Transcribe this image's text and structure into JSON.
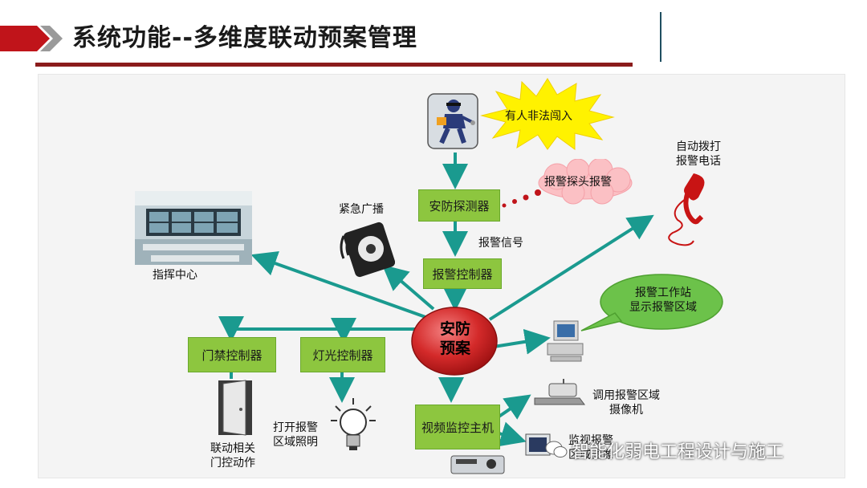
{
  "title": "系统功能--多维度联动预案管理",
  "diagram": {
    "center": {
      "line1": "安防",
      "line2": "预案"
    },
    "trigger_bubble": "有人非法闯入",
    "detector": "安防探测器",
    "detector_cloud": "报警探头报警",
    "signal_label": "报警信号",
    "alarm_controller": "报警控制器",
    "broadcast_label": "紧急广播",
    "command_center_label": "指挥中心",
    "auto_dial": {
      "line1": "自动拨打",
      "line2": "报警电话"
    },
    "workstation_bubble": {
      "line1": "报警工作站",
      "line2": "显示报警区域"
    },
    "door_controller": "门禁控制器",
    "light_controller": "灯光控制器",
    "door_action": {
      "line1": "联动相关",
      "line2": "门控动作"
    },
    "light_action": {
      "line1": "打开报警",
      "line2": "区域照明"
    },
    "video_host": "视频监控主机",
    "camera_label": {
      "line1": "调用报警区域",
      "line2": "摄像机"
    },
    "monitor_label": {
      "line1": "监视报警",
      "line2": "区域图像"
    }
  },
  "watermark": "智能化弱电工程设计与施工",
  "colors": {
    "arrow": "#1a9a8f",
    "green_box": "#8dc63f",
    "accent_red": "#8b1c1c",
    "center_red": "#c0141a"
  }
}
